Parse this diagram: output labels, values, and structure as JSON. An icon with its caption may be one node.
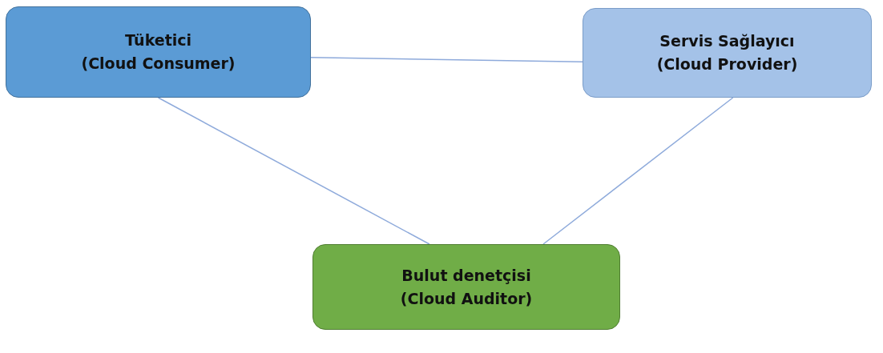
{
  "diagram": {
    "nodes": [
      {
        "text": [
          "Tüketici",
          "(Cloud Consumer)"
        ]
      },
      {
        "text": [
          "Servis Sağlayıcı",
          "(Cloud Provider)"
        ]
      },
      {
        "text": [
          "Bulut denetçisi",
          "(Cloud Auditor)"
        ]
      }
    ],
    "edges": [
      {
        "from": 0,
        "to": 1,
        "arrow": "none"
      },
      {
        "from": 0,
        "to": 2,
        "arrow": "none"
      },
      {
        "from": 1,
        "to": 2,
        "arrow": "none"
      }
    ]
  }
}
